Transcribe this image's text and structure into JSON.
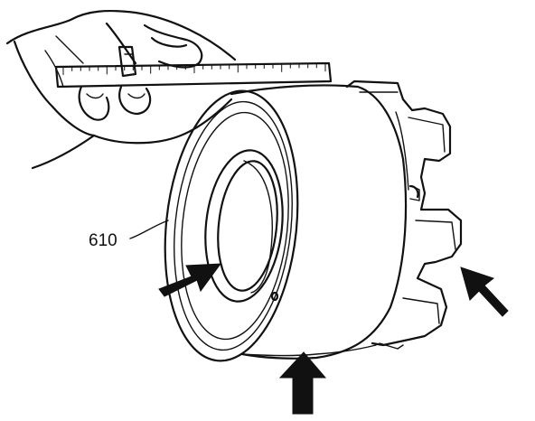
{
  "figure": {
    "callout_label": "610",
    "line_color": "#111111",
    "background": "#ffffff",
    "parts": {
      "hand": "hand-holding-gauge",
      "gauge": "feeler-gauge-scale",
      "drum": "clutch-drum-assembly",
      "arrows": [
        "arrow-left-inner-bore",
        "arrow-bottom-rim",
        "arrow-right-tabs"
      ]
    }
  }
}
